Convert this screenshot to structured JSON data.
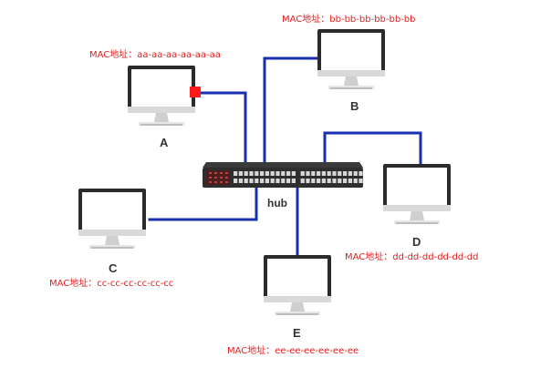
{
  "diagram": {
    "hub": {
      "label": "hub"
    },
    "computers": [
      {
        "id": "A",
        "label": "A",
        "mac_prefix": "MAC地址：",
        "mac": "aa-aa-aa-aa-aa-aa"
      },
      {
        "id": "B",
        "label": "B",
        "mac_prefix": "MAC地址：",
        "mac": "bb-bb-bb-bb-bb-bb"
      },
      {
        "id": "C",
        "label": "C",
        "mac_prefix": "MAC地址：",
        "mac": "cc-cc-cc-cc-cc-cc"
      },
      {
        "id": "D",
        "label": "D",
        "mac_prefix": "MAC地址：",
        "mac": "dd-dd-dd-dd-dd-dd"
      },
      {
        "id": "E",
        "label": "E",
        "mac_prefix": "MAC地址：",
        "mac": "ee-ee-ee-ee-ee-ee"
      }
    ],
    "colors": {
      "cable": "#1a2fb0",
      "mac_text": "#e02020",
      "port_highlight": "#ff1a1a",
      "monitor_bezel": "#2b2b2b",
      "hub_body": "#2e2e2e"
    }
  }
}
